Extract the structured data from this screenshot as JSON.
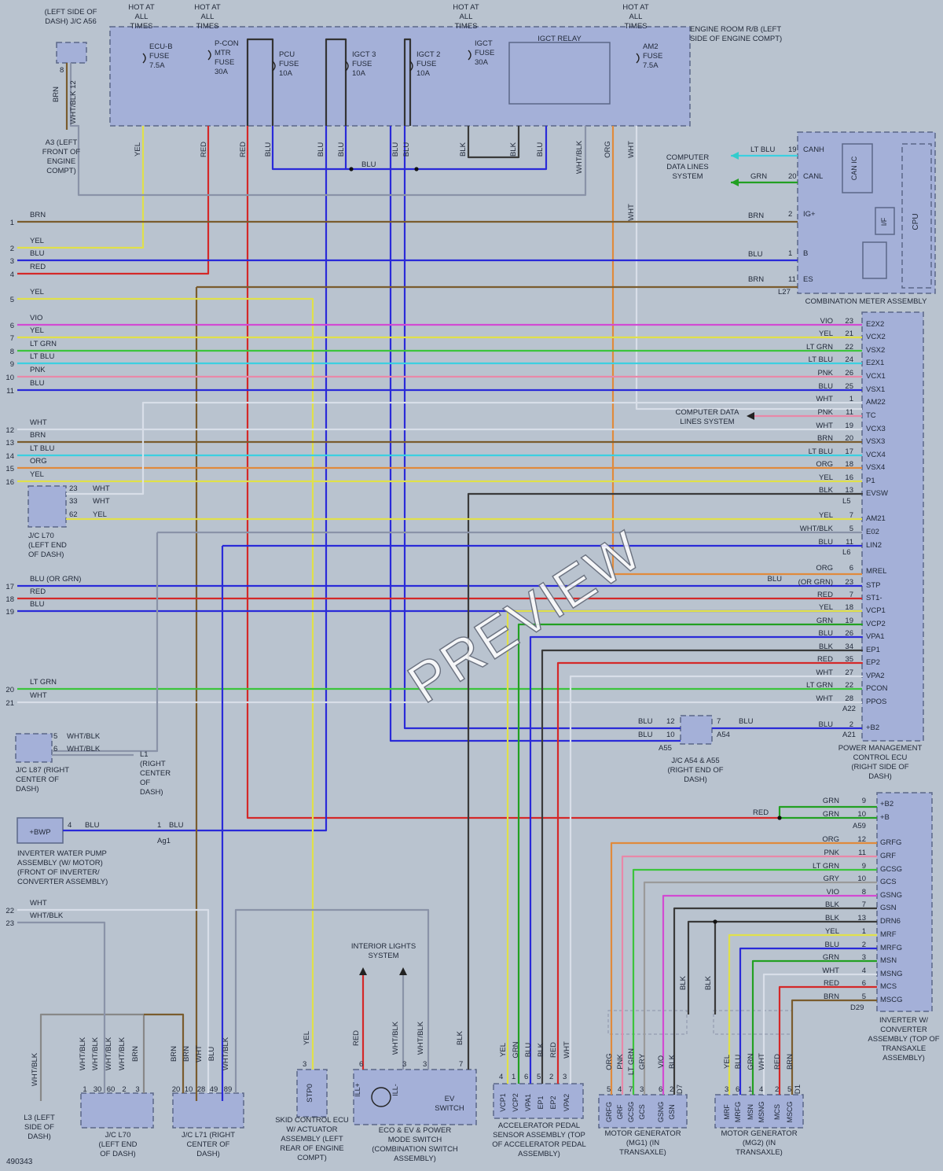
{
  "figure_id": "490343",
  "watermark": "PREVIEW",
  "colors": {
    "BRN": "#7a5c2e",
    "YEL": "#e0e04a",
    "BLU": "#2a2ad8",
    "RED": "#d42828",
    "VIO": "#d24ad2",
    "LT GRN": "#3cc43c",
    "LT BLU": "#3ccfe0",
    "PNK": "#e888a8",
    "WHT": "#d8dee8",
    "ORG": "#e08a3c",
    "BLK": "#3a3a3a",
    "GRN": "#22a022",
    "GRY": "#9a9a9a",
    "WHT/BLK": "#8a93a8"
  },
  "top_labels": {
    "hot1": "HOT AT ALL TIMES",
    "hot2": "HOT AT ALL TIMES",
    "hot3": "HOT AT ALL TIMES",
    "hot4": "HOT AT ALL TIMES",
    "jc_a56": "(LEFT SIDE OF DASH) J/C A56",
    "engine_rb": "ENGINE ROOM R/B (LEFT SIDE OF ENGINE COMPT)",
    "a3": "A3 (LEFT FRONT OF ENGINE COMPT)",
    "igct_relay": "IGCT RELAY",
    "fuses": [
      "ECU-B FUSE 7.5A",
      "P-CON MTR FUSE 30A",
      "PCU FUSE 10A",
      "IGCT 3 FUSE 10A",
      "IGCT 2 FUSE 10A",
      "IGCT FUSE 30A",
      "AM2 FUSE 7.5A"
    ]
  },
  "meter": {
    "title": "COMBINATION METER ASSEMBLY",
    "conn": "L27",
    "data_lines": "COMPUTER DATA LINES SYSTEM",
    "pins": [
      [
        "LT BLU",
        "19",
        "CANH"
      ],
      [
        "GRN",
        "20",
        "CANL"
      ],
      [
        "BRN",
        "2",
        "IG+"
      ],
      [
        "BLU",
        "1",
        "B"
      ],
      [
        "BRN",
        "11",
        "ES"
      ]
    ],
    "can_ic": "CAN IC",
    "if": "I/F",
    "cpu": "CPU"
  },
  "left_wires": [
    [
      "1",
      "BRN"
    ],
    [
      "2",
      "YEL"
    ],
    [
      "3",
      "BLU"
    ],
    [
      "4",
      "RED"
    ],
    [
      "5",
      "YEL"
    ],
    [
      "6",
      "VIO"
    ],
    [
      "7",
      "YEL"
    ],
    [
      "8",
      "LT GRN"
    ],
    [
      "9",
      "LT BLU"
    ],
    [
      "10",
      "PNK"
    ],
    [
      "11",
      "BLU"
    ],
    [
      "12",
      "WHT"
    ],
    [
      "13",
      "BRN"
    ],
    [
      "14",
      "LT BLU"
    ],
    [
      "15",
      "ORG"
    ],
    [
      "16",
      "YEL"
    ],
    [
      "17",
      "BLU  (OR GRN)"
    ],
    [
      "18",
      "RED"
    ],
    [
      "19",
      "BLU"
    ],
    [
      "20",
      "LT GRN"
    ],
    [
      "21",
      "WHT"
    ],
    [
      "22",
      "WHT"
    ],
    [
      "23",
      "WHT/BLK"
    ]
  ],
  "pm_ecu": {
    "title": "POWER MANAGEMENT CONTROL ECU (RIGHT SIDE OF DASH)",
    "data_lines": "COMPUTER DATA LINES SYSTEM",
    "pins": [
      [
        "VIO",
        "23",
        "E2X2"
      ],
      [
        "YEL",
        "21",
        "VCX2"
      ],
      [
        "LT GRN",
        "22",
        "VSX2"
      ],
      [
        "LT BLU",
        "24",
        "E2X1"
      ],
      [
        "PNK",
        "26",
        "VCX1"
      ],
      [
        "BLU",
        "25",
        "VSX1"
      ],
      [
        "WHT",
        "1",
        "AM22"
      ],
      [
        "PNK",
        "11",
        "TC"
      ],
      [
        "WHT",
        "19",
        "VCX3"
      ],
      [
        "BRN",
        "20",
        "VSX3"
      ],
      [
        "LT BLU",
        "17",
        "VCX4"
      ],
      [
        "ORG",
        "18",
        "VSX4"
      ],
      [
        "YEL",
        "16",
        "P1"
      ],
      [
        "BLK",
        "13",
        "EVSW"
      ],
      [
        "YEL",
        "7",
        "AM21"
      ],
      [
        "WHT/BLK",
        "5",
        "E02"
      ],
      [
        "BLU",
        "11",
        "LIN2"
      ],
      [
        "ORG",
        "6",
        "MREL"
      ],
      [
        "(OR GRN)",
        "23",
        "STP"
      ],
      [
        "RED",
        "7",
        "ST1-"
      ],
      [
        "YEL",
        "18",
        "VCP1"
      ],
      [
        "GRN",
        "19",
        "VCP2"
      ],
      [
        "BLU",
        "26",
        "VPA1"
      ],
      [
        "BLK",
        "34",
        "EP1"
      ],
      [
        "RED",
        "35",
        "EP2"
      ],
      [
        "WHT",
        "27",
        "VPA2"
      ],
      [
        "LT GRN",
        "22",
        "PCON"
      ],
      [
        "WHT",
        "28",
        "PPOS"
      ],
      [
        "BLU",
        "2",
        "+B2"
      ]
    ],
    "conns": [
      "L5",
      "L6",
      "A22",
      "A21"
    ],
    "stp_blu": "BLU"
  },
  "jc_l70": {
    "label": "J/C L70 (LEFT END OF DASH)",
    "pins": [
      [
        "23",
        "WHT"
      ],
      [
        "33",
        "WHT"
      ],
      [
        "62",
        "YEL"
      ]
    ]
  },
  "jc_l87": {
    "label": "J/C L87 (RIGHT CENTER OF DASH)",
    "pins": [
      [
        "5",
        "WHT/BLK"
      ],
      [
        "6",
        "WHT/BLK"
      ]
    ]
  },
  "l1": "L1 (RIGHT CENTER OF DASH)",
  "jc_a54": {
    "label": "J/C A54 & A55 (RIGHT END OF DASH)",
    "pins": [
      [
        "BLU",
        "12"
      ],
      [
        "BLU",
        "10"
      ],
      [
        "7",
        "BLU"
      ]
    ],
    "a55": "A55",
    "a54": "A54"
  },
  "pump": {
    "label": "INVERTER WATER PUMP ASSEMBLY (W/ MOTOR) (FRONT OF INVERTER/ CONVERTER ASSEMBLY)",
    "pin": "+BWP",
    "pin_no": "4",
    "wire": "BLU",
    "conn_pin": "1",
    "conn_wire": "BLU",
    "conn": "Ag1"
  },
  "inverter": {
    "title": "INVERTER W/ CONVERTER ASSEMBLY (TOP OF TRANSAXLE ASSEMBLY)",
    "conn_top": "A59",
    "conn_bot": "D29",
    "pins": [
      [
        "GRN",
        "9",
        "+B2"
      ],
      [
        "GRN",
        "10",
        "+B"
      ],
      [
        "ORG",
        "12",
        "GRFG"
      ],
      [
        "PNK",
        "11",
        "GRF"
      ],
      [
        "LT GRN",
        "9",
        "GCSG"
      ],
      [
        "GRY",
        "10",
        "GCS"
      ],
      [
        "VIO",
        "8",
        "GSNG"
      ],
      [
        "BLK",
        "7",
        "GSN"
      ],
      [
        "BLK",
        "13",
        "DRN6"
      ],
      [
        "YEL",
        "1",
        "MRF"
      ],
      [
        "BLU",
        "2",
        "MRFG"
      ],
      [
        "GRN",
        "3",
        "MSN"
      ],
      [
        "WHT",
        "4",
        "MSNG"
      ],
      [
        "RED",
        "6",
        "MCS"
      ],
      [
        "BRN",
        "5",
        "MSCG"
      ]
    ],
    "red_in": "RED"
  },
  "bottom": {
    "l3": "L3 (LEFT SIDE OF DASH)",
    "l3_wire": "WHT/BLK",
    "jc_l70": "J/C L70 (LEFT END OF DASH)",
    "jc_l70_wires": [
      "WHT/BLK",
      "WHT/BLK",
      "WHT/BLK",
      "WHT/BLK",
      "BRN"
    ],
    "jc_l70_pins": [
      "1",
      "30",
      "60",
      "2",
      "3"
    ],
    "jc_l71": "J/C L71 (RIGHT CENTER OF DASH)",
    "jc_l71_wires": [
      "BRN",
      "BRN",
      "WHT",
      "BLU",
      "WHT/BLK"
    ],
    "jc_l71_pins": [
      "20",
      "10",
      "28",
      "49",
      "89"
    ],
    "skid": "SKID CONTROL ECU W/ ACTUATOR ASSEMBLY (LEFT REAR OF ENGINE COMPT)",
    "skid_pin": "STP0",
    "skid_pin_no": "3",
    "skid_wire": "YEL",
    "eco": "ECO & EV & POWER MODE SWITCH (COMBINATION SWITCH ASSEMBLY)",
    "eco_pins": [
      "6",
      "3",
      "3",
      "7"
    ],
    "eco_wires": [
      "RED",
      "WHT/BLK",
      "WHT/BLK",
      "BLK"
    ],
    "eco_ill_plus": "ILL+",
    "eco_ill_minus": "ILL-",
    "ev_switch": "EV SWITCH",
    "interior": "INTERIOR LIGHTS SYSTEM",
    "accel": "ACCELERATOR PEDAL SENSOR ASSEMBLY (TOP OF ACCELERATOR PEDAL ASSEMBLY)",
    "accel_pins": [
      "VCP1",
      "VCP2",
      "VPA1",
      "EP1",
      "EP2",
      "VPA2"
    ],
    "accel_nums": [
      "4",
      "1",
      "6",
      "5",
      "2",
      "3"
    ],
    "accel_wires": [
      "YEL",
      "GRN",
      "BLU",
      "BLK",
      "RED",
      "WHT"
    ],
    "mg1": "MOTOR GENERATOR (MG1) (IN TRANSAXLE)",
    "mg1_conn": "D7",
    "mg1_pins": [
      "GRFG",
      "GRF",
      "GCSG",
      "GCS",
      "GSNG",
      "GSN"
    ],
    "mg1_nums": [
      "5",
      "4",
      "7",
      "3",
      "6",
      "2"
    ],
    "mg1_wires": [
      "ORG",
      "PNK",
      "LT GRN",
      "GRY",
      "VIO",
      "BLK"
    ],
    "mg2": "MOTOR GENERATOR (MG2) (IN TRANSAXLE)",
    "mg2_conn": "D1",
    "mg2_pins": [
      "MRF",
      "MRFG",
      "MSN",
      "MSNG",
      "MCS",
      "MSCG"
    ],
    "mg2_nums": [
      "3",
      "6",
      "1",
      "4",
      "2",
      "5"
    ],
    "mg2_wires": [
      "YEL",
      "BLU",
      "GRN",
      "WHT",
      "RED",
      "BRN"
    ],
    "blk_label": "BLK"
  }
}
